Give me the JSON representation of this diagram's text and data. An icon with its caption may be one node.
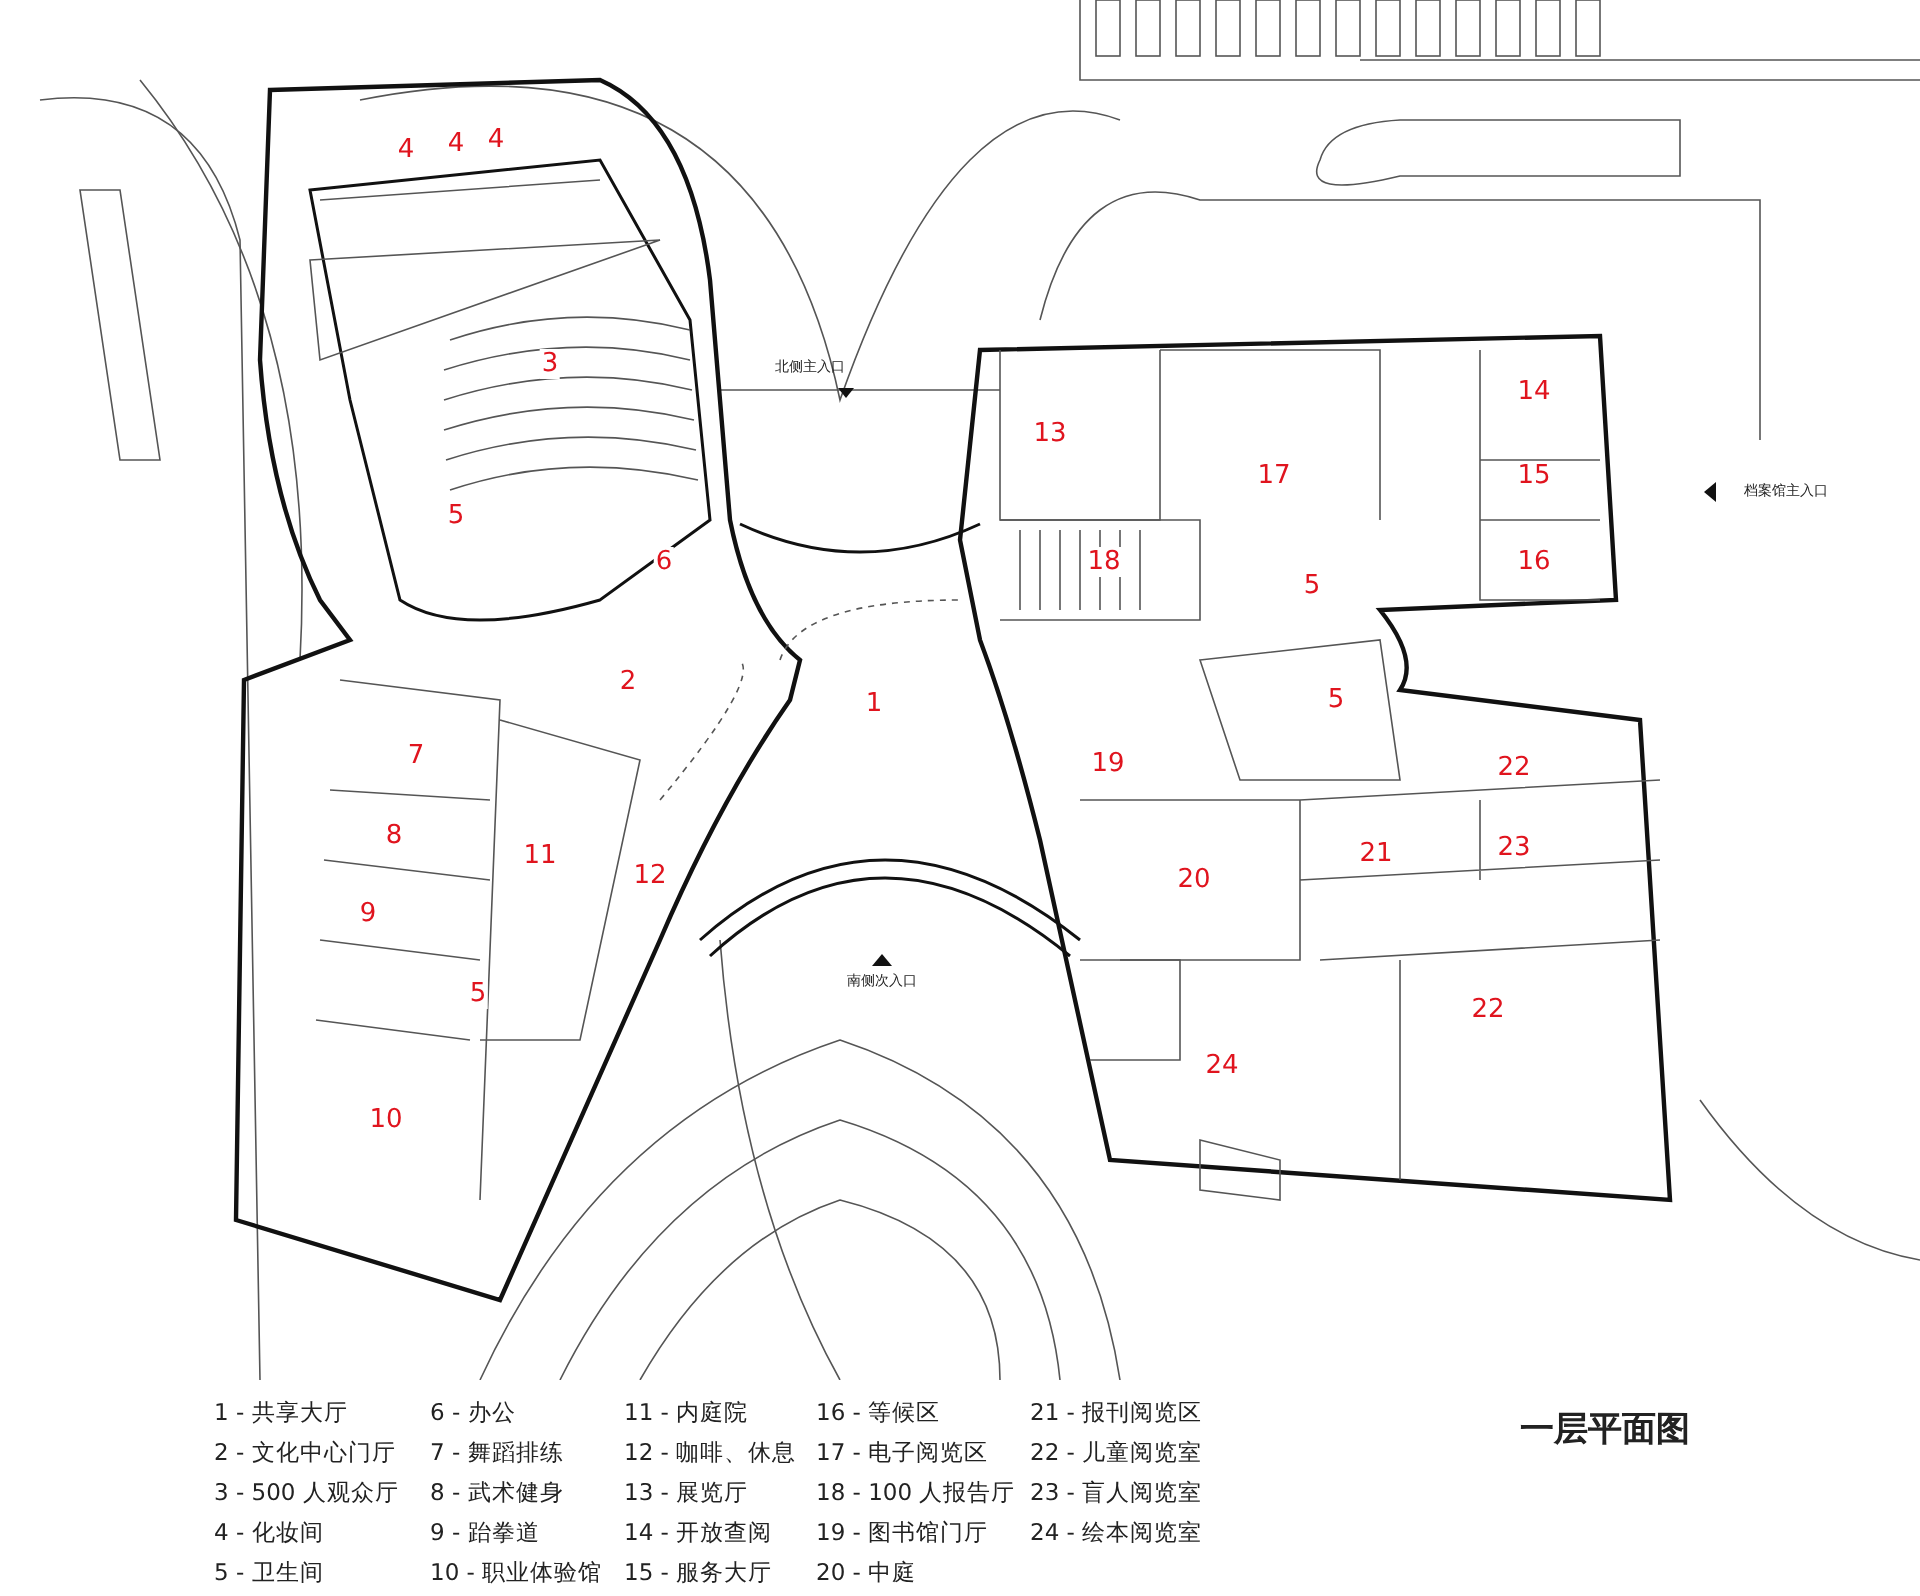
{
  "diagram": {
    "title": "一层平面图",
    "labels": [
      "4",
      "4",
      "4",
      "3",
      "北侧主入口",
      "14",
      "13",
      "17",
      "15",
      "档案馆主入口",
      "5",
      "6",
      "18",
      "16",
      "5",
      "2",
      "1",
      "5",
      "7",
      "19",
      "22",
      "8",
      "11",
      "12",
      "21",
      "23",
      "20",
      "9",
      "南侧次入口",
      "5",
      "22",
      "24",
      "10",
      "1 - 共享大厅",
      "6 - 办公",
      "11 - 内庭院",
      "16 - 等候区",
      "21 - 报刊阅览区",
      "2 - 文化中心门厅",
      "7 - 舞蹈排练",
      "12 - 咖啡、休息",
      "17 - 电子阅览区",
      "22 - 儿童阅览室",
      "3 - 500 人观众厅",
      "8 - 武术健身",
      "13 - 展览厅",
      "18 - 100 人报告厅",
      "23 - 盲人阅览室",
      "4 - 化妆间",
      "9 - 跆拳道",
      "14 - 开放查阅",
      "19 - 图书馆门厅",
      "24 - 绘本阅览室",
      "5 - 卫生间",
      "10 - 职业体验馆",
      "15 - 服务大厅",
      "20 - 中庭"
    ]
  }
}
